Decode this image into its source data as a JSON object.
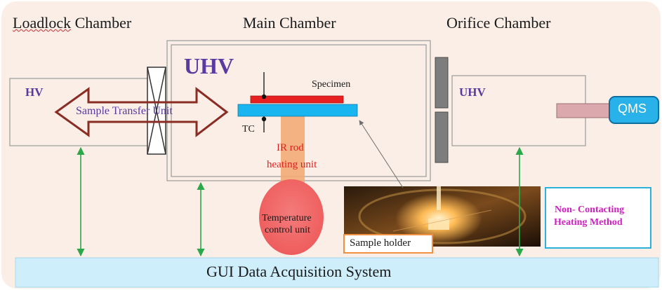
{
  "sections": {
    "loadlock": "Loadlock Chamber",
    "main": "Main Chamber",
    "orifice": "Orifice Chamber"
  },
  "labels": {
    "hv": "HV",
    "uhv_main": "UHV",
    "uhv_orifice": "UHV",
    "transfer": "Sample Transfer Unit",
    "specimen": "Specimen",
    "tc": "TC",
    "ir_line1": "IR rod",
    "ir_line2": "heating unit",
    "temp_line1": "Temperature",
    "temp_line2": "control unit",
    "qms": "QMS",
    "sample_holder": "Sample holder",
    "noncontact_line1": "Non- Contacting",
    "noncontact_line2": "Heating Method",
    "gui": "GUI Data Acquisition System"
  },
  "colors": {
    "background": "#faeee6",
    "uhv_text": "#5a3aa0",
    "ir_text": "#e02020",
    "magenta_text": "#d020c0",
    "transfer_arrow": "#8a2c24",
    "specimen": "#e82020",
    "holder": "#19b5f0",
    "ir_rod": "#f3a873",
    "temp_unit": "#f26a6a",
    "qms_box": "#29b2ea",
    "gui_bar": "#cdeefa",
    "link_arrow": "#2aa84a"
  }
}
